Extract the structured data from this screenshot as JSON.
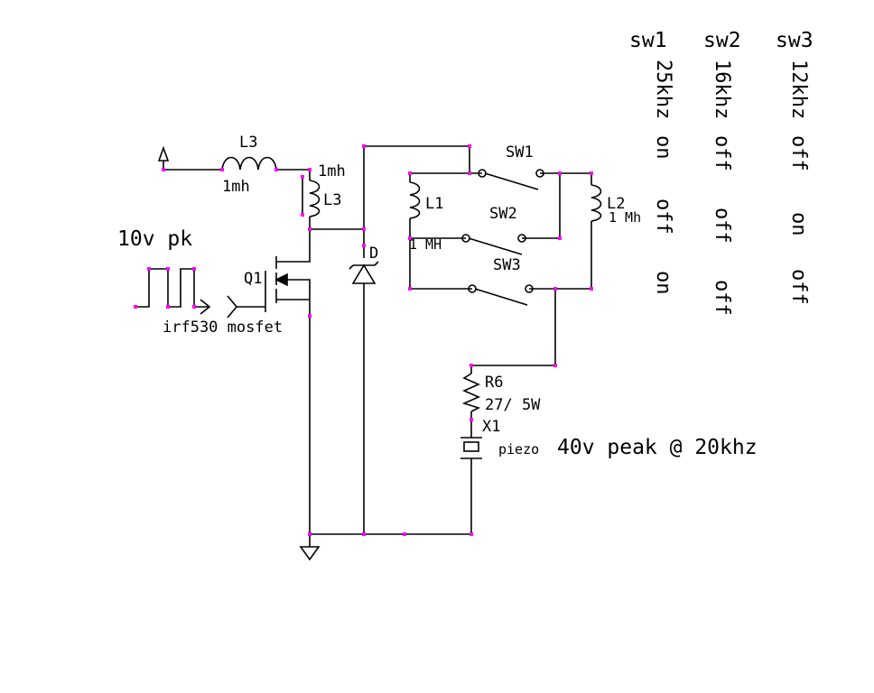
{
  "labels": {
    "l3_top": "L3",
    "l3_top_value": "1mh",
    "l3_side": "L3",
    "l3_side_value": "1mh",
    "input_amplitude": "10v pk",
    "q1": "Q1",
    "q1_part": "irf530 mosfet",
    "diode": "D",
    "l1": "L1",
    "l1_value": "1 MH",
    "l2": "L2",
    "l2_value": "1 Mh",
    "sw1": "SW1",
    "sw2": "SW2",
    "sw3": "SW3",
    "r6": "R6",
    "r6_value": "27/ 5W",
    "x1": "X1",
    "piezo": "piezo",
    "output_note": "40v peak @ 20khz"
  },
  "table": {
    "headers": [
      "sw1",
      "sw2",
      "sw3"
    ],
    "rows": [
      [
        "25khz",
        "16khz",
        "12khz"
      ],
      [
        "on",
        "off",
        "off"
      ],
      [
        "off",
        "off",
        "on"
      ],
      [
        "on",
        "off",
        "off"
      ]
    ]
  },
  "colors": {
    "wire": "#000000",
    "node": "#ff00ff",
    "background": "#ffffff"
  }
}
